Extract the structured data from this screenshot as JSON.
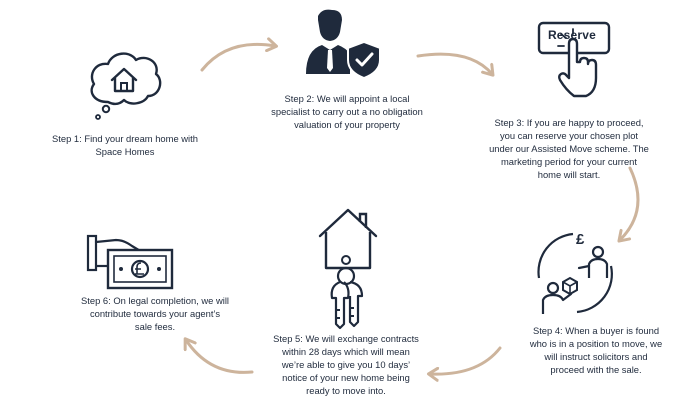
{
  "steps": {
    "step1": "Step 1: Find your dream home with\nSpace Homes",
    "step2": "Step 2: We will appoint a local\nspecialist to carry out a no obligation\nvaluation of your property",
    "step3": "Step 3: If you are happy to proceed,\nyou can reserve your chosen plot\nunder our Assisted Move scheme. The\nmarketing period for your current\nhome will start.",
    "step4": "Step 4: When a buyer is found\nwho is in a position to move, we\nwill instruct solicitors and\nproceed with the sale.",
    "step5": "Step 5: We will exchange contracts\nwithin 28 days which will mean\nwe’re able to give you 10 days’\nnotice of your new home being\nready to move into.",
    "step6": "Step 6: On legal completion, we will\ncontribute towards your agent’s\nsale fees."
  },
  "icons": {
    "reserve_button_label": "Reserve",
    "currency_symbol": "£"
  },
  "colors": {
    "navy": "#1f2a3c",
    "arrow": "#cdb49c",
    "background": "#ffffff"
  }
}
